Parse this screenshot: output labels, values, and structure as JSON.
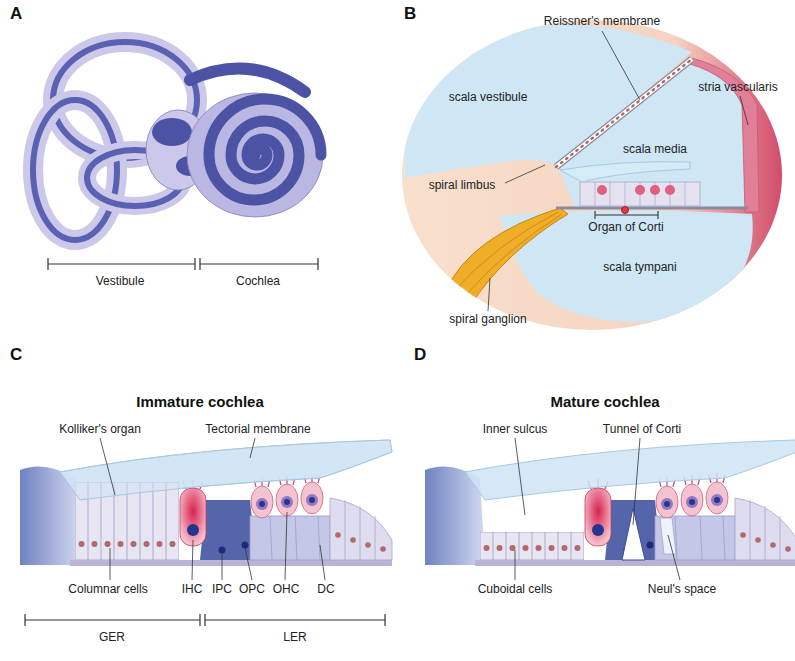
{
  "diagram": {
    "labels": [
      "A",
      "Vestibule",
      "Cochlea",
      "B",
      "Reissner's membrane",
      "stria vascularis",
      "scala vestibule",
      "scala media",
      "spiral limbus",
      "Organ of Corti",
      "spiral ganglion",
      "scala tympani",
      "C",
      "Immature cochlea",
      "Kolliker's organ",
      "Tectorial membrane",
      "Columnar cells",
      "IHC",
      "IPC",
      "OPC",
      "OHC",
      "DC",
      "GER",
      "LER",
      "D",
      "Mature cochlea",
      "Inner sulcus",
      "Tunnel of Corti",
      "Cuboidal cells",
      "Neul's space"
    ]
  }
}
